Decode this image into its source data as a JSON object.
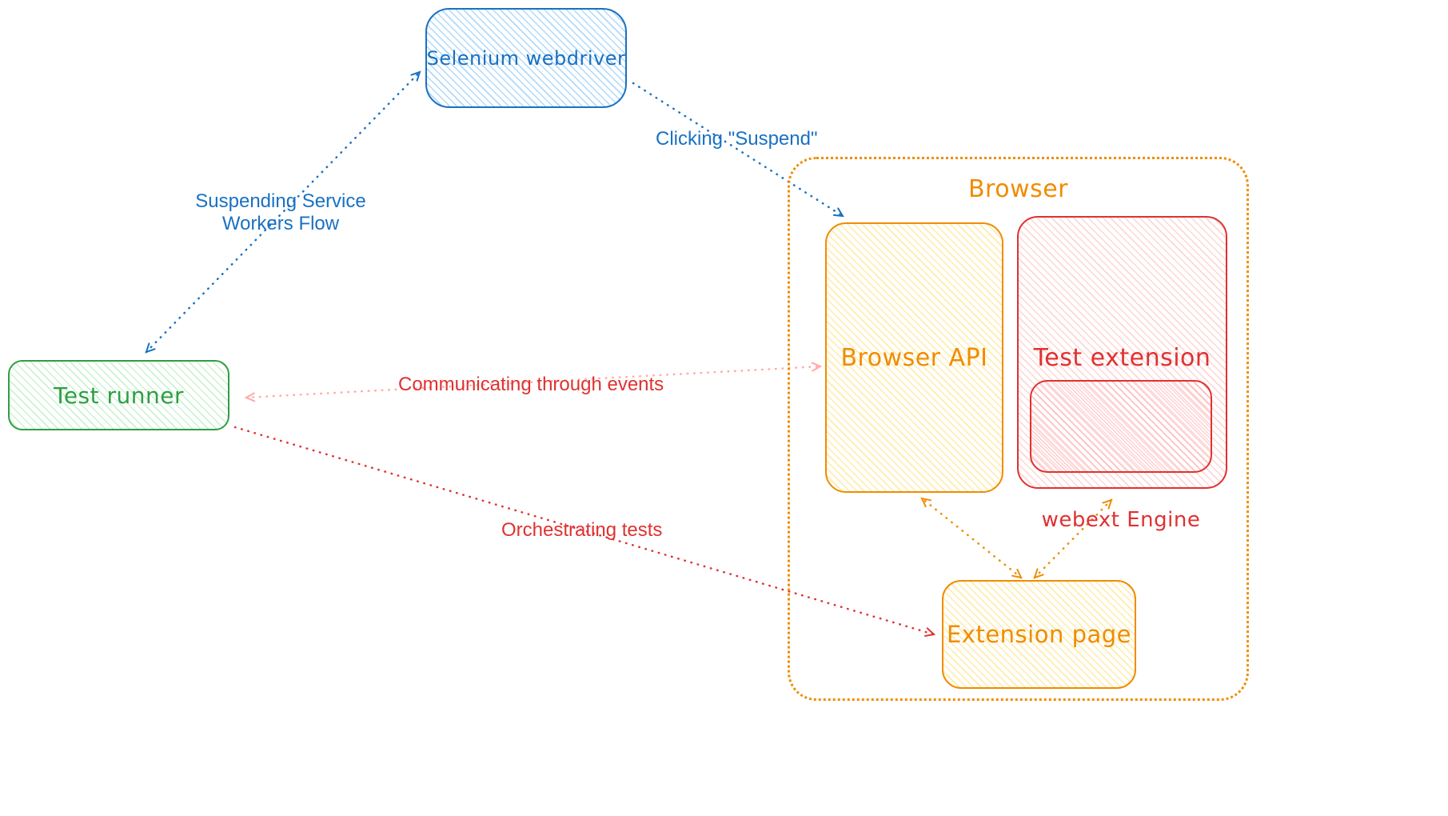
{
  "nodes": {
    "selenium": {
      "label": "Selenium webdriver",
      "color": "#1971c2"
    },
    "test_runner": {
      "label": "Test runner",
      "color": "#2f9e44"
    },
    "browser": {
      "label": "Browser",
      "color": "#f08c00"
    },
    "browser_api": {
      "label": "Browser API",
      "color": "#f08c00"
    },
    "test_extension": {
      "label": "Test extension",
      "color": "#e03131"
    },
    "webext_engine": {
      "label": "webext Engine",
      "color": "#e03131"
    },
    "extension_page": {
      "label": "Extension page",
      "color": "#f08c00"
    }
  },
  "edges": {
    "suspending": {
      "line1": "Suspending Service",
      "line2": "Workers Flow",
      "color": "#1971c2"
    },
    "clicking": {
      "label": "Clicking \"Suspend\"",
      "color": "#1971c2"
    },
    "communicating": {
      "label": "Communicating through events",
      "color": "#e03131"
    },
    "orchestrating": {
      "label": "Orchestrating tests",
      "color": "#e03131"
    }
  },
  "arrows": [
    {
      "name": "selenium-test-runner",
      "from": "test_runner",
      "to": "selenium",
      "direction": "both",
      "color": "#1971c2",
      "style": "dotted"
    },
    {
      "name": "selenium-browser-api",
      "from": "selenium",
      "to": "browser_api",
      "direction": "end",
      "color": "#1971c2",
      "style": "dotted"
    },
    {
      "name": "browser-api-test-runner",
      "from": "test_runner",
      "to": "browser_api",
      "direction": "both",
      "color": "#ffa8a8",
      "style": "dotted"
    },
    {
      "name": "test-runner-extension-page",
      "from": "test_runner",
      "to": "extension_page",
      "direction": "end",
      "color": "#e03131",
      "style": "dotted"
    },
    {
      "name": "extension-page-browser-api",
      "from": "extension_page",
      "to": "browser_api",
      "direction": "both",
      "color": "#f08c00",
      "style": "dotted"
    },
    {
      "name": "extension-page-webext-engine",
      "from": "extension_page",
      "to": "test_extension",
      "direction": "both",
      "color": "#f08c00",
      "style": "dotted"
    }
  ],
  "colors": {
    "blue": "#1971c2",
    "green": "#2f9e44",
    "orange": "#f08c00",
    "red": "#e03131",
    "pink": "#ffa8a8"
  }
}
